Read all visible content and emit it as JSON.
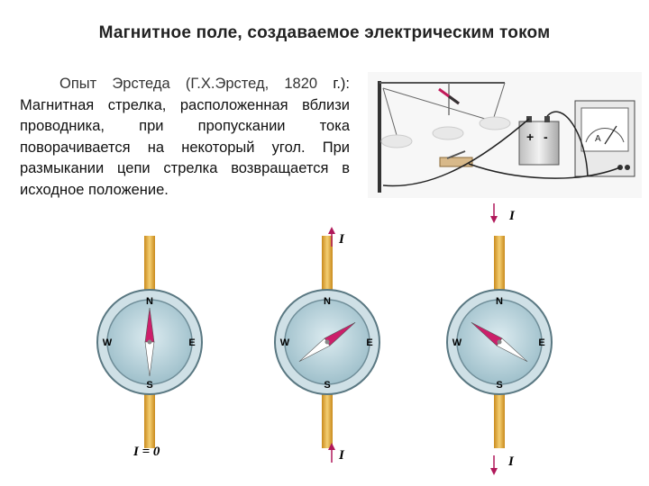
{
  "title": "Магнитное поле, создаваемое электрическим током",
  "paragraph": {
    "lead": "Опыт Эрстеда (Г.Х.Эрстед, 1820",
    "rest": "г.): Магнитная стрелка, расположенная вблизи проводника, при пропускании тока поворачивается на некоторый угол. При размыкании цепи стрелка возвращается в исходное положение."
  },
  "apparatus": {
    "battery_plus": "+",
    "battery_minus": "-",
    "meter_symbol": "A"
  },
  "compass": {
    "north": "N",
    "south": "S",
    "west": "W",
    "east": "E"
  },
  "current": {
    "zero_label": "I = 0",
    "label": "I"
  },
  "colors": {
    "wire": "#e0a93a",
    "dial": "#a9c9d3",
    "rim": "#6f8d98",
    "needle_north": "#cc1f6a",
    "needle_south": "#ffffff"
  }
}
